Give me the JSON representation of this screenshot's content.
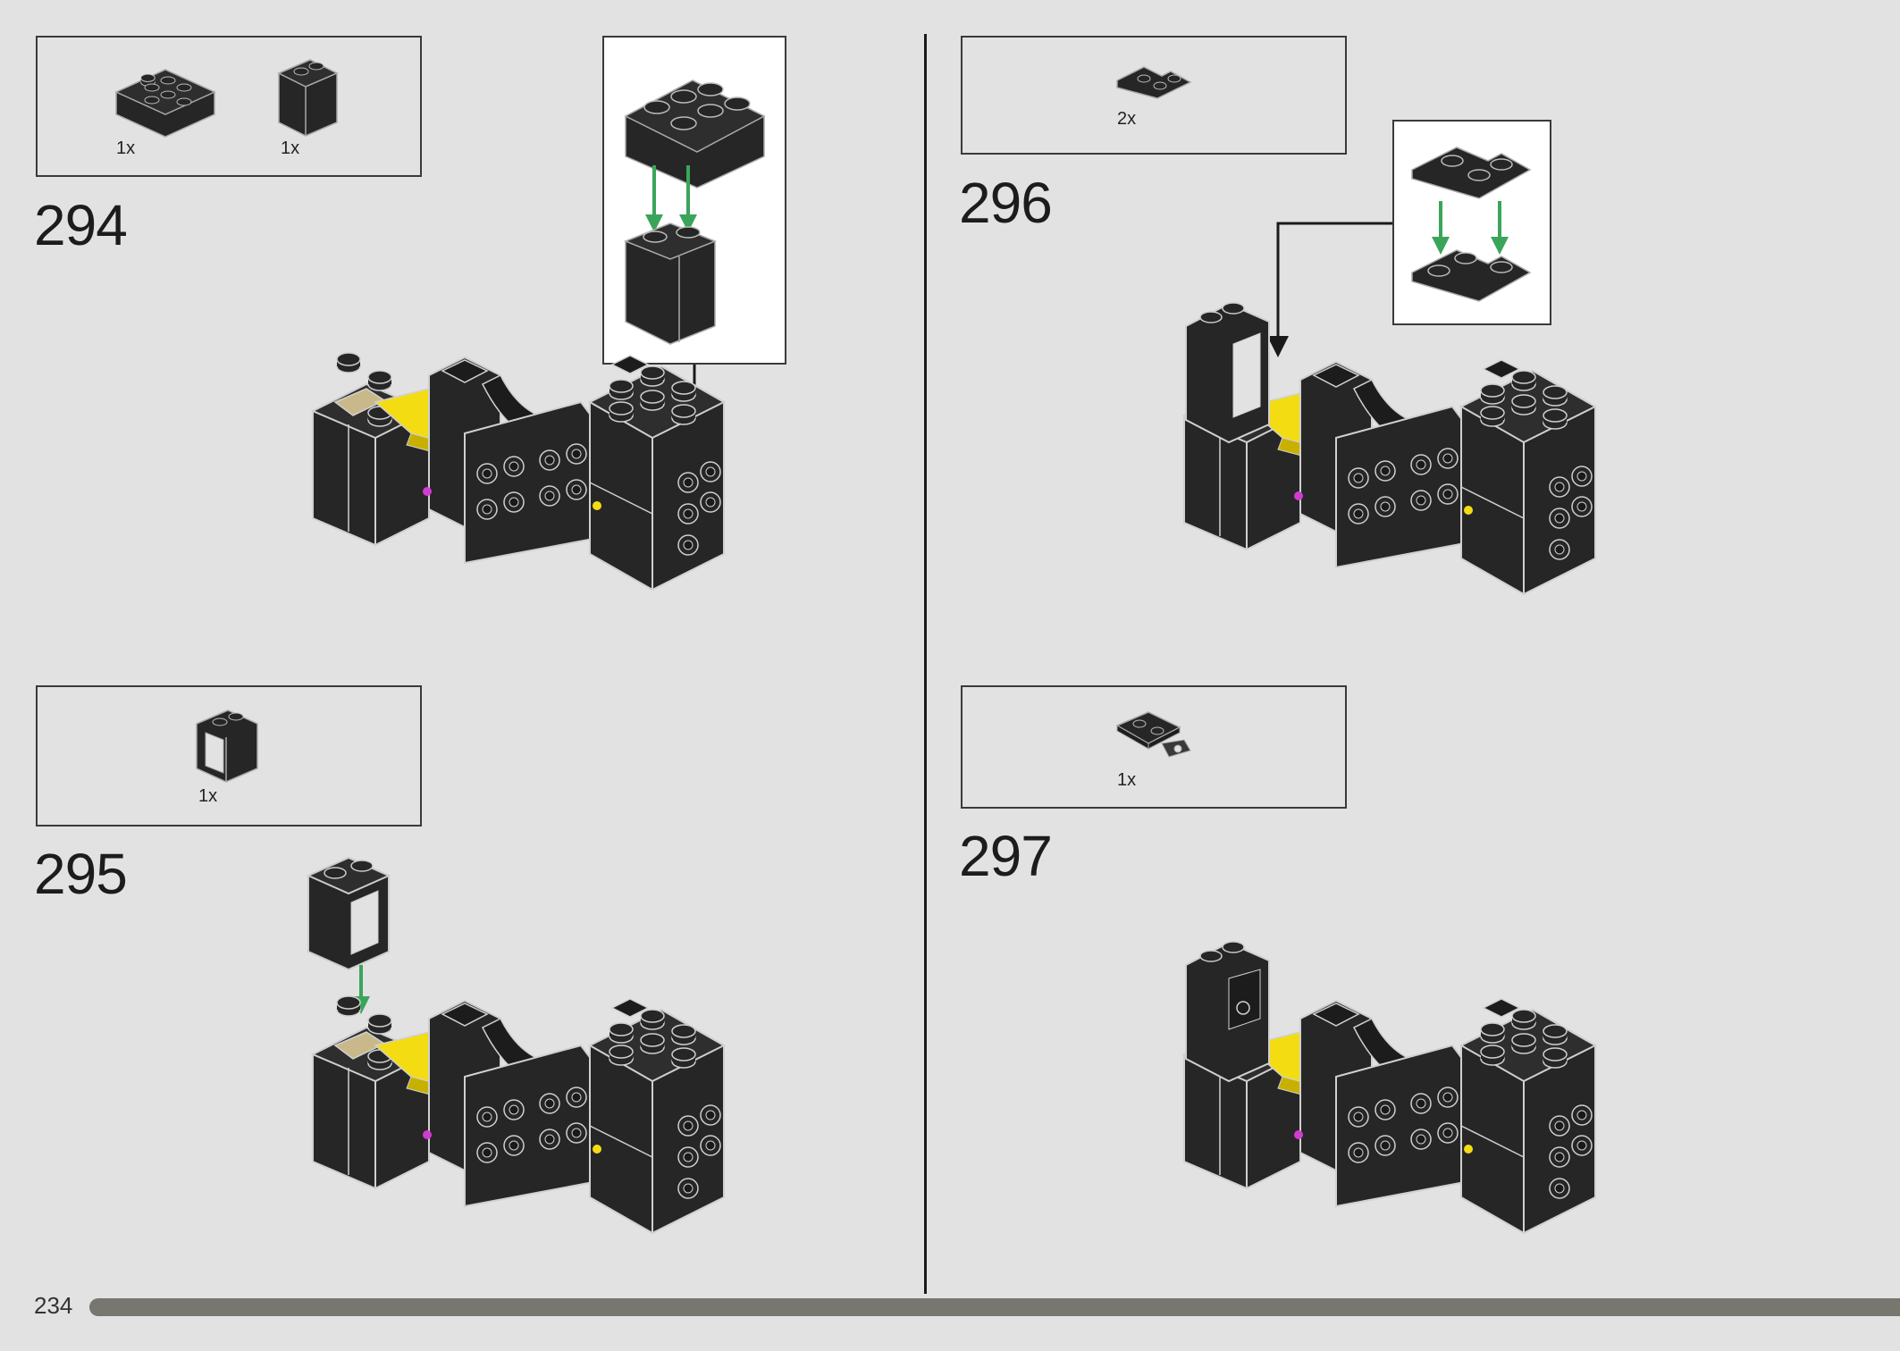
{
  "page": {
    "number": "234"
  },
  "steps": [
    {
      "number": "294",
      "parts": [
        {
          "qty": "1x",
          "icon": "brick-2x3-icon"
        },
        {
          "qty": "1x",
          "icon": "brick-1x2-tall-icon"
        }
      ]
    },
    {
      "number": "295",
      "parts": [
        {
          "qty": "1x",
          "icon": "window-frame-icon"
        }
      ]
    },
    {
      "number": "296",
      "parts": [
        {
          "qty": "2x",
          "icon": "corner-plate-icon"
        }
      ]
    },
    {
      "number": "297",
      "parts": [
        {
          "qty": "1x",
          "icon": "tile-with-clip-icon"
        }
      ]
    }
  ],
  "colors": {
    "background": "#e2e2e2",
    "brick": "#262626",
    "highlight_yellow": "#f4dc12",
    "arrow_green": "#3aa55a",
    "progress_bar": "#77776f"
  }
}
